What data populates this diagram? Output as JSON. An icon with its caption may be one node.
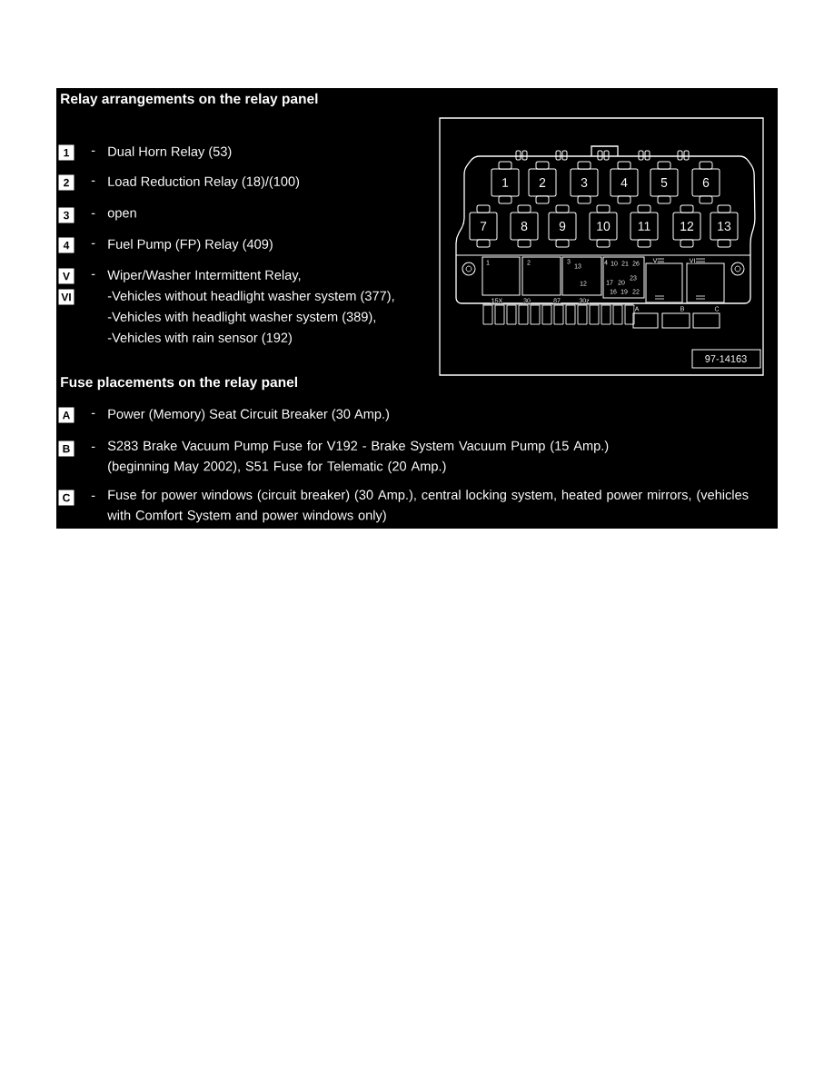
{
  "diagram": {
    "title": "Relay arrangements on the relay panel",
    "nodes": [
      {
        "text": [
          "1"
        ],
        "beside": [
          "-",
          "Dual Horn Relay (53)"
        ]
      },
      {
        "text": [
          "2"
        ],
        "beside": [
          "-",
          "Load Reduction Relay (18)/(100)"
        ]
      },
      {
        "text": [
          "3"
        ],
        "beside": [
          "-",
          "open"
        ]
      },
      {
        "text": [
          "4"
        ],
        "beside": [
          "-",
          "Fuel Pump (FP) Relay (409)"
        ]
      },
      {
        "text": [
          "V"
        ],
        "beside": [
          "-",
          "Wiper/Washer Intermittent Relay,"
        ]
      },
      {
        "text": [
          "VI"
        ],
        "beside": [
          "-Vehicles without headlight washer system (377),",
          "-Vehicles with headlight washer system (389),",
          "-Vehicles with rain sensor (192)"
        ]
      },
      {
        "text": [
          "A"
        ],
        "beside": [
          "-",
          "Power (Memory) Seat Circuit Breaker (30 Amp.)"
        ]
      },
      {
        "text": [
          "B"
        ],
        "beside": [
          "-",
          "S283 Brake Vacuum Pump Fuse for V192 - Brake System Vacuum Pump (15 Amp.) (beginning May 2002), S51 Fuse for Telematic (20 Amp.)"
        ]
      },
      {
        "text": [
          "C"
        ],
        "beside": [
          "-",
          "Fuse for power windows (circuit breaker) (30 Amp.), central locking system, heated power mirrors, (vehicles with Comfort System and power windows only)"
        ]
      },
      {
        "text": [
          "1"
        ]
      },
      {
        "text": [
          "2"
        ]
      },
      {
        "text": [
          "3"
        ]
      },
      {
        "text": [
          "4"
        ]
      },
      {
        "text": [
          "5"
        ]
      },
      {
        "text": [
          "6"
        ]
      },
      {
        "text": [
          "7"
        ]
      },
      {
        "text": [
          "8"
        ]
      },
      {
        "text": [
          "9"
        ]
      },
      {
        "text": [
          "10"
        ]
      },
      {
        "text": [
          "11"
        ]
      },
      {
        "text": [
          "12"
        ]
      },
      {
        "text": [
          "13"
        ]
      }
    ],
    "labels": [
      "Fuse placements on the relay panel",
      "1",
      "2",
      "3",
      "4",
      "10",
      "21",
      "26",
      "13",
      "12",
      "17",
      "20",
      "23",
      "16",
      "19",
      "22",
      "V",
      "VI",
      "15X",
      "30",
      "87",
      "30z",
      "A",
      "B",
      "C",
      "97-14163"
    ]
  }
}
